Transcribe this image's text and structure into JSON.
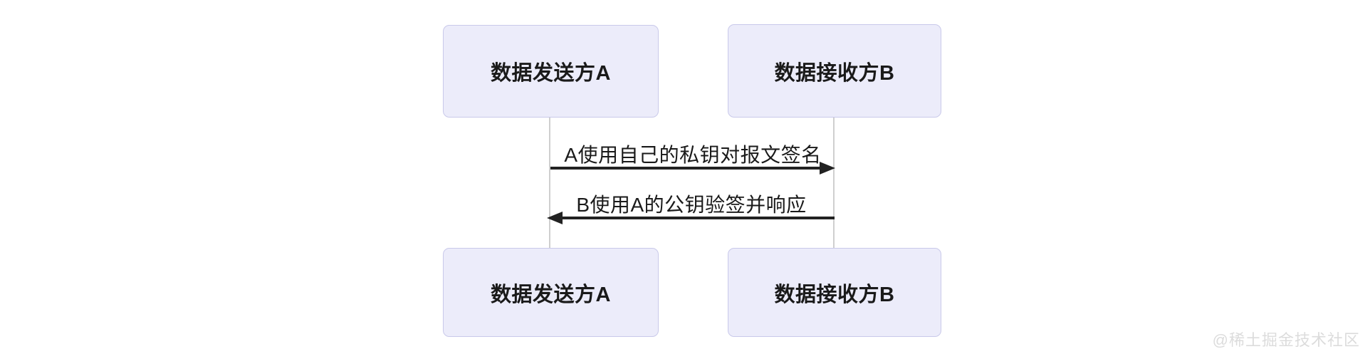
{
  "diagram": {
    "type": "sequence",
    "participants": [
      {
        "id": "A",
        "role": "sender",
        "label": "数据发送方A"
      },
      {
        "id": "B",
        "role": "receiver",
        "label": "数据接收方B"
      }
    ],
    "messages": [
      {
        "from": "A",
        "to": "B",
        "direction": "right",
        "label": "A使用自己的私钥对报文签名"
      },
      {
        "from": "B",
        "to": "A",
        "direction": "left",
        "label": "B使用A的公钥验签并响应"
      }
    ],
    "colors": {
      "background": "#FFFFFF",
      "actor_fill": "#ECECFA",
      "actor_border": "#C9C9EA",
      "arrow": "#222222",
      "lifeline": "#CFCFCF",
      "text": "#1A1A1A",
      "watermark": "#DCDCDC"
    }
  },
  "watermark": {
    "label": "@稀土掘金技术社区"
  }
}
